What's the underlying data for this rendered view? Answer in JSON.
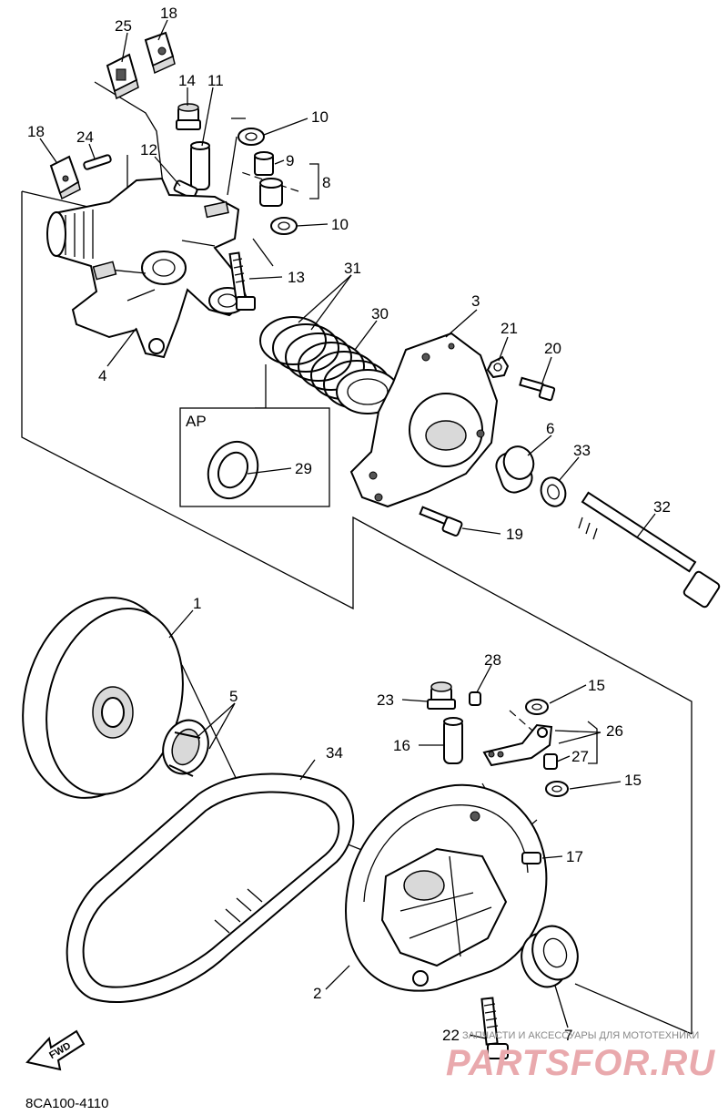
{
  "callouts": {
    "c25": "25",
    "c18a": "18",
    "c14": "14",
    "c11": "11",
    "c10a": "10",
    "c18b": "18",
    "c24": "24",
    "c12": "12",
    "c9": "9",
    "c8": "8",
    "c10b": "10",
    "c13": "13",
    "c31": "31",
    "c30": "30",
    "c3": "3",
    "c21": "21",
    "c20": "20",
    "c4": "4",
    "c6": "6",
    "c33": "33",
    "c29": "29",
    "c19": "19",
    "c32": "32",
    "c1": "1",
    "c5": "5",
    "c28": "28",
    "c23": "23",
    "c15a": "15",
    "c16": "16",
    "c26": "26",
    "c27": "27",
    "c15b": "15",
    "c34": "34",
    "c17": "17",
    "c2": "2",
    "c22": "22",
    "c7": "7"
  },
  "inset_label": "AP",
  "fwd_label": "FWD",
  "diagram_code": "8CA100-4110",
  "watermark": {
    "line1": "ЗАПЧАСТИ И АКСЕССУАРЫ ДЛЯ МОТОТЕХНИКИ",
    "line2": "PARTSFOR.RU"
  }
}
